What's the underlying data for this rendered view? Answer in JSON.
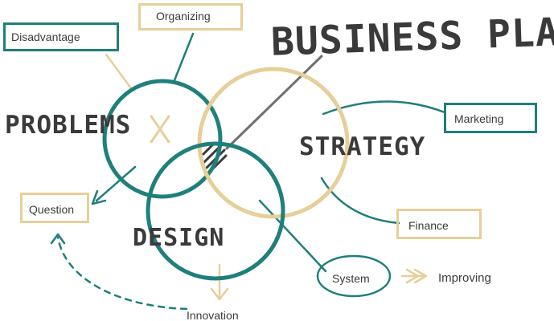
{
  "title": "BUSINESS PLAN",
  "circles": {
    "problems": "PROBLEMS",
    "strategy": "STRATEGY",
    "design": "DESIGN"
  },
  "labels": {
    "disadvantage": "Disadvantage",
    "organizing": "Organizing",
    "marketing": "Marketing",
    "finance": "Finance",
    "question": "Question",
    "system": "System",
    "improving": "Improving",
    "innovation": "Innovation"
  },
  "colors": {
    "teal": "#1f7f7b",
    "sand": "#e6cf98",
    "text": "#3a3a3a"
  }
}
